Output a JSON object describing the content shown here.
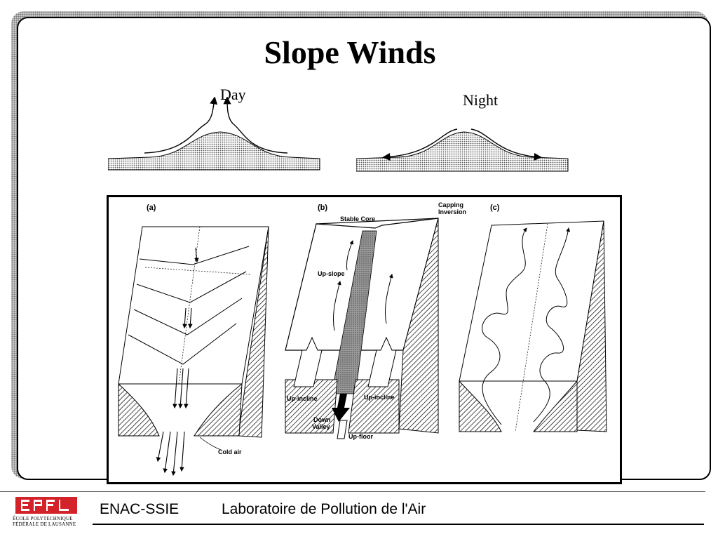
{
  "slide": {
    "title": "Slope Winds",
    "day_label": "Day",
    "night_label": "Night"
  },
  "figure": {
    "panel_a": {
      "letter": "(a)",
      "cold_air_label": "Cold air"
    },
    "panel_b": {
      "letter": "(b)",
      "capping_label_line1": "Capping",
      "capping_label_line2": "Inversion",
      "stable_core_label": "Stable Core",
      "up_slope_label": "Up-slope",
      "up_incline_left_label": "Up-incline",
      "up_incline_right_label": "Up-incline",
      "down_valley_line1": "Down",
      "down_valley_line2": "Valley",
      "up_floor_label": "Up-floor"
    },
    "panel_c": {
      "letter": "(c)"
    }
  },
  "footer": {
    "logo_text": "EPFL",
    "logo_line1": "ÉCOLE POLYTECHNIQUE",
    "logo_line2": "FÉDÉRALE DE LAUSANNE",
    "department": "ENAC-SSIE",
    "laboratory": "Laboratoire de Pollution de l'Air"
  },
  "colors": {
    "logo_red": "#d3222a",
    "ink": "#000000"
  }
}
